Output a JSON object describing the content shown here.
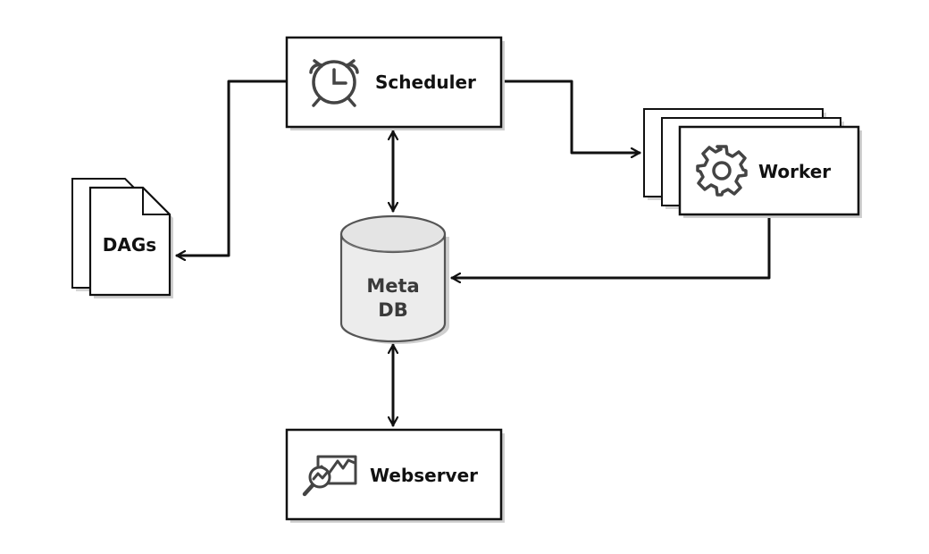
{
  "nodes": {
    "scheduler": {
      "label": "Scheduler",
      "icon": "alarm-clock-icon"
    },
    "worker": {
      "label": "Worker",
      "icon": "gear-icon"
    },
    "dags": {
      "label": "DAGs",
      "icon": "document-stack-icon"
    },
    "metadb": {
      "label_line1": "Meta",
      "label_line2": "DB",
      "icon": "database-cylinder-icon"
    },
    "webserver": {
      "label": "Webserver",
      "icon": "chart-magnifier-icon"
    }
  },
  "edges": [
    {
      "from": "scheduler",
      "to": "dags",
      "direction": "one-way"
    },
    {
      "from": "scheduler",
      "to": "worker",
      "direction": "one-way"
    },
    {
      "from": "scheduler",
      "to": "metadb",
      "direction": "two-way"
    },
    {
      "from": "worker",
      "to": "metadb",
      "direction": "one-way"
    },
    {
      "from": "metadb",
      "to": "webserver",
      "direction": "two-way"
    }
  ],
  "colors": {
    "stroke": "#111111",
    "shadow": "#c8c8c8",
    "cylinder_fill": "#eeeeee",
    "icon": "#444444"
  }
}
